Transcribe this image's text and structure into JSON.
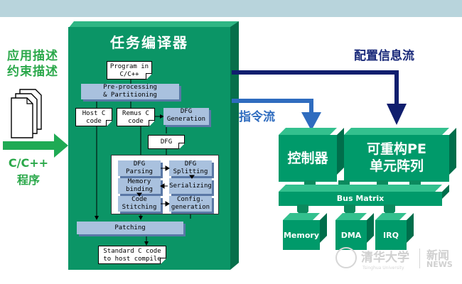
{
  "left_inputs": {
    "line1": "应用描述",
    "line2": "约束描述",
    "arrow_label_1": "C/C++",
    "arrow_label_2": "程序"
  },
  "compiler": {
    "title": "任务编译器",
    "program_doc": [
      "Program in",
      "C/C++"
    ],
    "preprocess": [
      "Pre-processing",
      "& Partitioning"
    ],
    "host_doc": [
      "Host C",
      "code"
    ],
    "remus_doc": [
      "Remus C",
      "code"
    ],
    "dfg_gen": [
      "DFG",
      "Generation"
    ],
    "dfg_doc": "DFG",
    "dfg_parsing": [
      "DFG",
      "Parsing"
    ],
    "dfg_splitting": [
      "DFG",
      "Splitting"
    ],
    "memory_binding": [
      "Memory",
      "binding"
    ],
    "serializing": "Serializing",
    "code_stitching": [
      "Code",
      "Stitching"
    ],
    "config_generation": [
      "Config.",
      "generation"
    ],
    "patching": "Patching",
    "output_doc": [
      "Standard C code",
      "to host compile"
    ]
  },
  "flows": {
    "config_flow": "配置信息流",
    "instr_flow": "指令流"
  },
  "hardware": {
    "controller": "控制器",
    "pe_array": [
      "可重构PE",
      "单元阵列"
    ],
    "bus_matrix": "Bus Matrix",
    "memory": "Memory",
    "dma": "DMA",
    "irq": "IRQ"
  },
  "colors": {
    "green": "#0b9566",
    "flow_blue": "#1a2a7a",
    "box_blue": "#a9c1de",
    "input_green": "#2aa84a"
  },
  "watermark": {
    "logo_cn": "清华大学",
    "sub_en": "Tsinghua University",
    "news_cn": "新闻",
    "news_en": "NEWS"
  }
}
